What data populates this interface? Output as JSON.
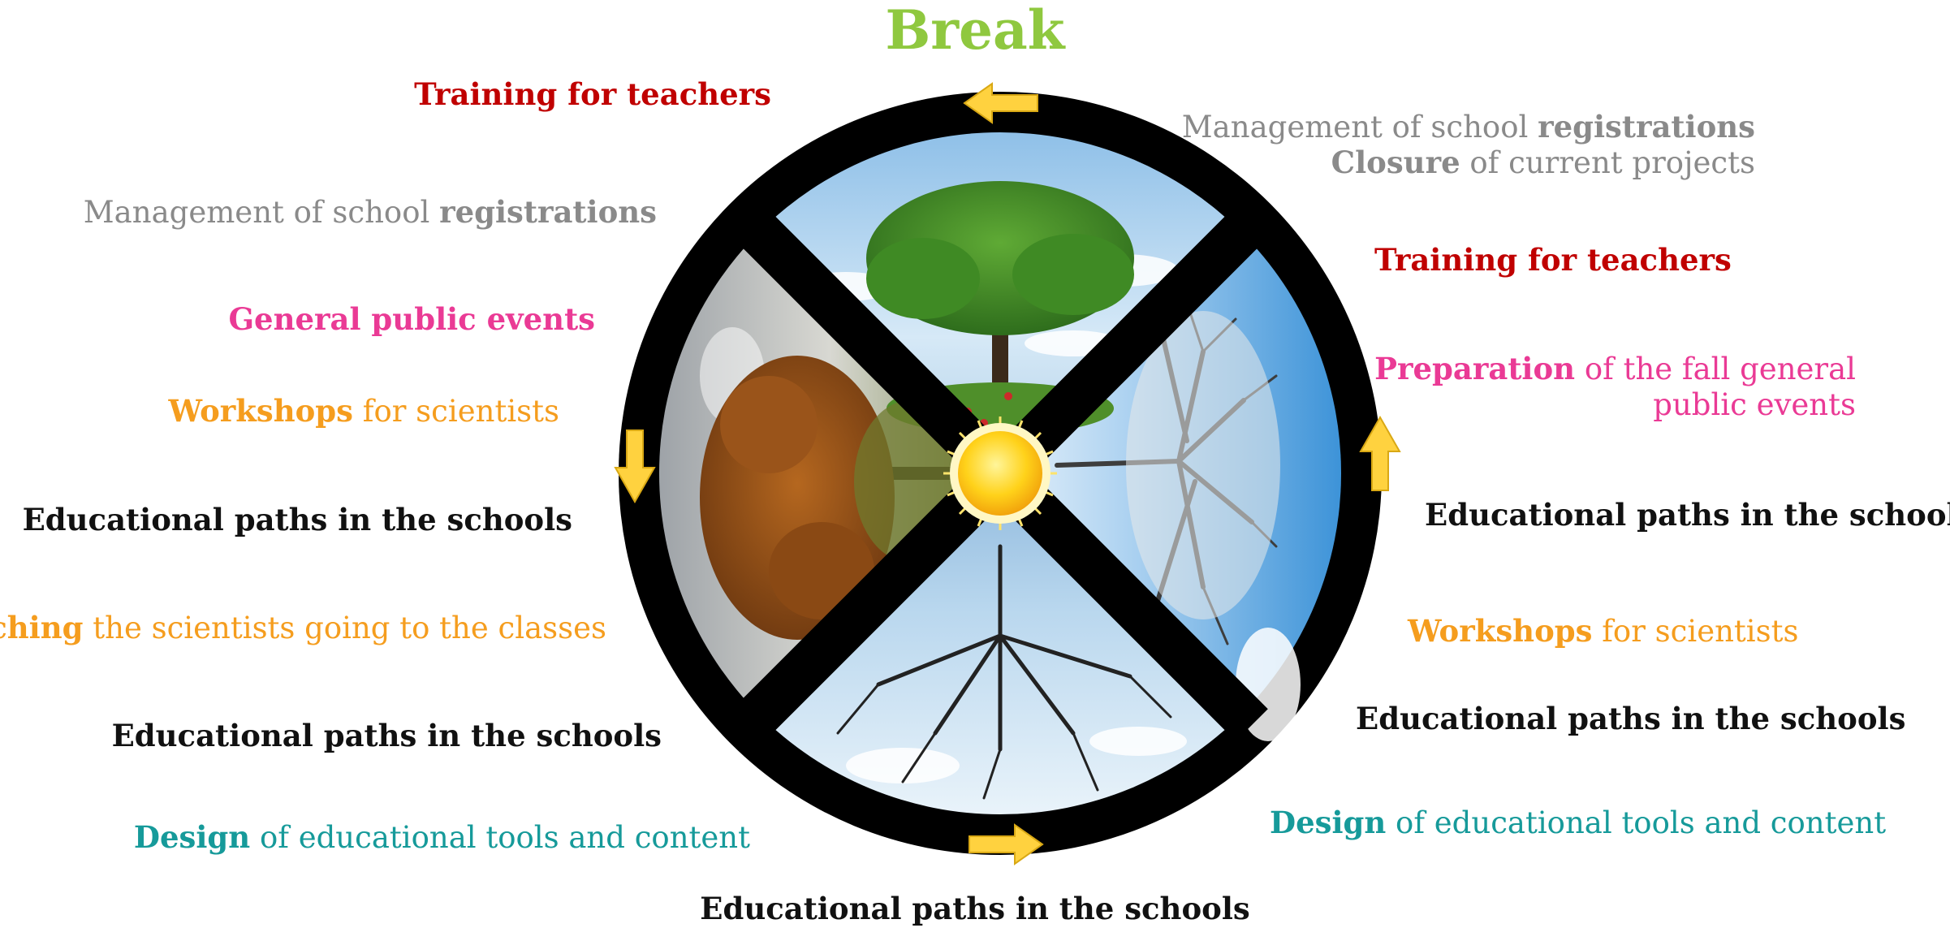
{
  "title": "Break",
  "colors": {
    "red": "#c00000",
    "gray": "#8a8a8a",
    "pink": "#ea3a95",
    "orange": "#f59d1e",
    "black": "#111111",
    "teal": "#169a9a",
    "green": "#8fc83f",
    "arrow": "#ffd23f"
  },
  "left": {
    "training_teachers": "Training for teachers",
    "registrations_pre": "Management of school ",
    "registrations_bold": "registrations",
    "public_events": "General public events",
    "workshops_bold": "Workshops",
    "workshops_rest": " for scientists",
    "paths_1": "Educational paths in the schools",
    "coaching_bold": "Coaching",
    "coaching_rest": " the scientists going to the classes",
    "paths_2": "Educational paths in the schools",
    "design_bold": "Design",
    "design_rest": " of educational tools and content"
  },
  "right": {
    "registrations_pre": "Management of school ",
    "registrations_bold": "registrations",
    "closure_bold": "Closure",
    "closure_rest": " of current projects",
    "training_teachers": "Training for teachers",
    "preparation_bold": "Preparation",
    "preparation_rest": " of the fall general",
    "preparation_line2": "public events",
    "paths_1": "Educational paths in the schools",
    "workshops_bold": "Workshops",
    "workshops_rest": " for scientists",
    "paths_2": "Educational paths in the schools",
    "design_bold": "Design",
    "design_rest": " of educational tools and content"
  },
  "bottom": {
    "paths": "Educational paths in the schools"
  },
  "wheel": {
    "quadrants": [
      "summer-tree",
      "winter-tree",
      "roots",
      "autumn-tree"
    ],
    "center_icon": "sun-icon"
  }
}
